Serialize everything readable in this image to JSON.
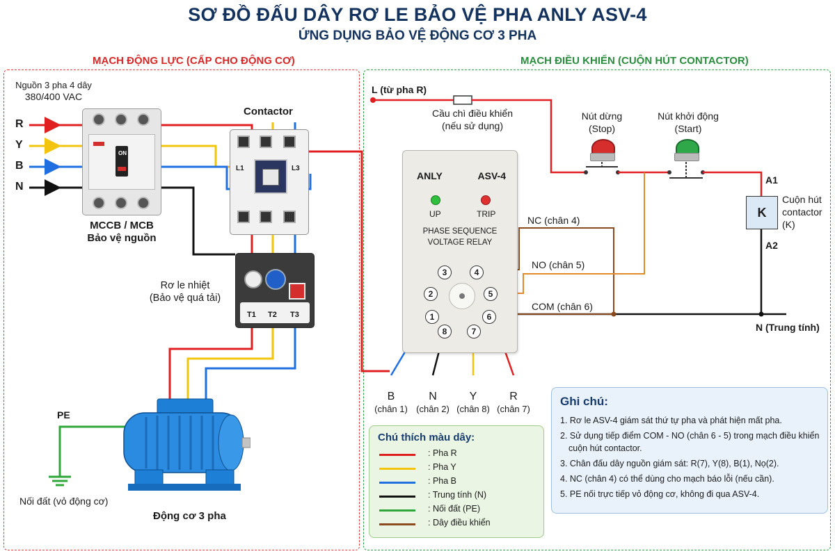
{
  "title": "SƠ ĐỒ ĐẤU DÂY RƠ LE BẢO VỆ PHA ANLY ASV-4",
  "subtitle": "ỨNG DỤNG BẢO VỆ ĐỘNG CƠ 3 PHA",
  "colors": {
    "R": "#e02020",
    "Y": "#f2c40e",
    "B": "#1f6fe0",
    "N": "#111111",
    "PE": "#2fa63a",
    "control": "#8b4a1e"
  },
  "power": {
    "title": "MẠCH ĐỘNG LỰC (CẤP CHO ĐỘNG CƠ)",
    "source_line1": "Nguồn 3 pha 4 dây",
    "source_line2": "380/400 VAC",
    "phases": [
      "R",
      "Y",
      "B",
      "N"
    ],
    "mccb_line1": "MCCB / MCB",
    "mccb_line2": "Bảo vệ nguồn",
    "mccb_tag": "ON",
    "contactor": "Contactor",
    "contactor_L1": "L1",
    "contactor_L3": "L3",
    "thermal_line1": "Rơ le nhiệt",
    "thermal_line2": "(Bảo vệ quá tải)",
    "thermal_terminals": [
      "T1",
      "T2",
      "T3"
    ],
    "pe": "PE",
    "earth": "Nối đất (vỏ động cơ)",
    "motor": "Động cơ 3 pha"
  },
  "control": {
    "title": "MẠCH ĐIỀU KHIỂN (CUỘN HÚT CONTACTOR)",
    "l_label": "L (từ pha R)",
    "fuse_line1": "Cầu chì điều khiển",
    "fuse_line2": "(nếu sử dụng)",
    "stop_line1": "Nút dừng",
    "stop_line2": "(Stop)",
    "start_line1": "Nút khởi động",
    "start_line2": "(Start)",
    "a1": "A1",
    "a2": "A2",
    "coil": "K",
    "coil_line1": "Cuộn hút",
    "coil_line2": "contactor",
    "coil_line3": "(K)",
    "nc": "NC (chân 4)",
    "no": "NO (chân 5)",
    "com": "COM (chân 6)",
    "neutral": "N (Trung tính)"
  },
  "relay": {
    "brand": "ANLY",
    "model": "ASV-4",
    "led_up": "UP",
    "led_trip": "TRIP",
    "desc_line1": "PHASE SEQUENCE",
    "desc_line2": "VOLTAGE RELAY",
    "pins": [
      "1",
      "2",
      "3",
      "4",
      "5",
      "6",
      "7",
      "8"
    ],
    "pin_terminals": [
      {
        "phase": "B",
        "pin": "(chân 1)"
      },
      {
        "phase": "N",
        "pin": "(chân 2)"
      },
      {
        "phase": "Y",
        "pin": "(chân 8)"
      },
      {
        "phase": "R",
        "pin": "(chân 7)"
      }
    ]
  },
  "legend": {
    "title": "Chú thích màu dây:",
    "items": [
      {
        "label": ": Pha R",
        "color": "#e02020"
      },
      {
        "label": ": Pha Y",
        "color": "#f2c40e"
      },
      {
        "label": ": Pha B",
        "color": "#1f6fe0"
      },
      {
        "label": ": Trung tính (N)",
        "color": "#111111"
      },
      {
        "label": ": Nối đất (PE)",
        "color": "#2fa63a"
      },
      {
        "label": ": Dây điều khiển",
        "color": "#8b4a1e"
      }
    ]
  },
  "notes": {
    "title": "Ghi chú:",
    "items": [
      "1. Rơ le ASV-4 giám sát thứ tự pha và phát hiện mất pha.",
      "2. Sử dụng tiếp điểm COM - NO (chân 6 - 5) trong mạch điều khiển",
      "cuộn hút contactor.",
      "3. Chân đấu dây nguồn giám sát: R(7), Y(8), B(1), Nọ(2).",
      "4. NC (chân 4) có thể dùng cho mạch báo lỗi (nếu cần).",
      "5. PE nối trực tiếp vỏ động cơ, không đi qua ASV-4."
    ]
  }
}
